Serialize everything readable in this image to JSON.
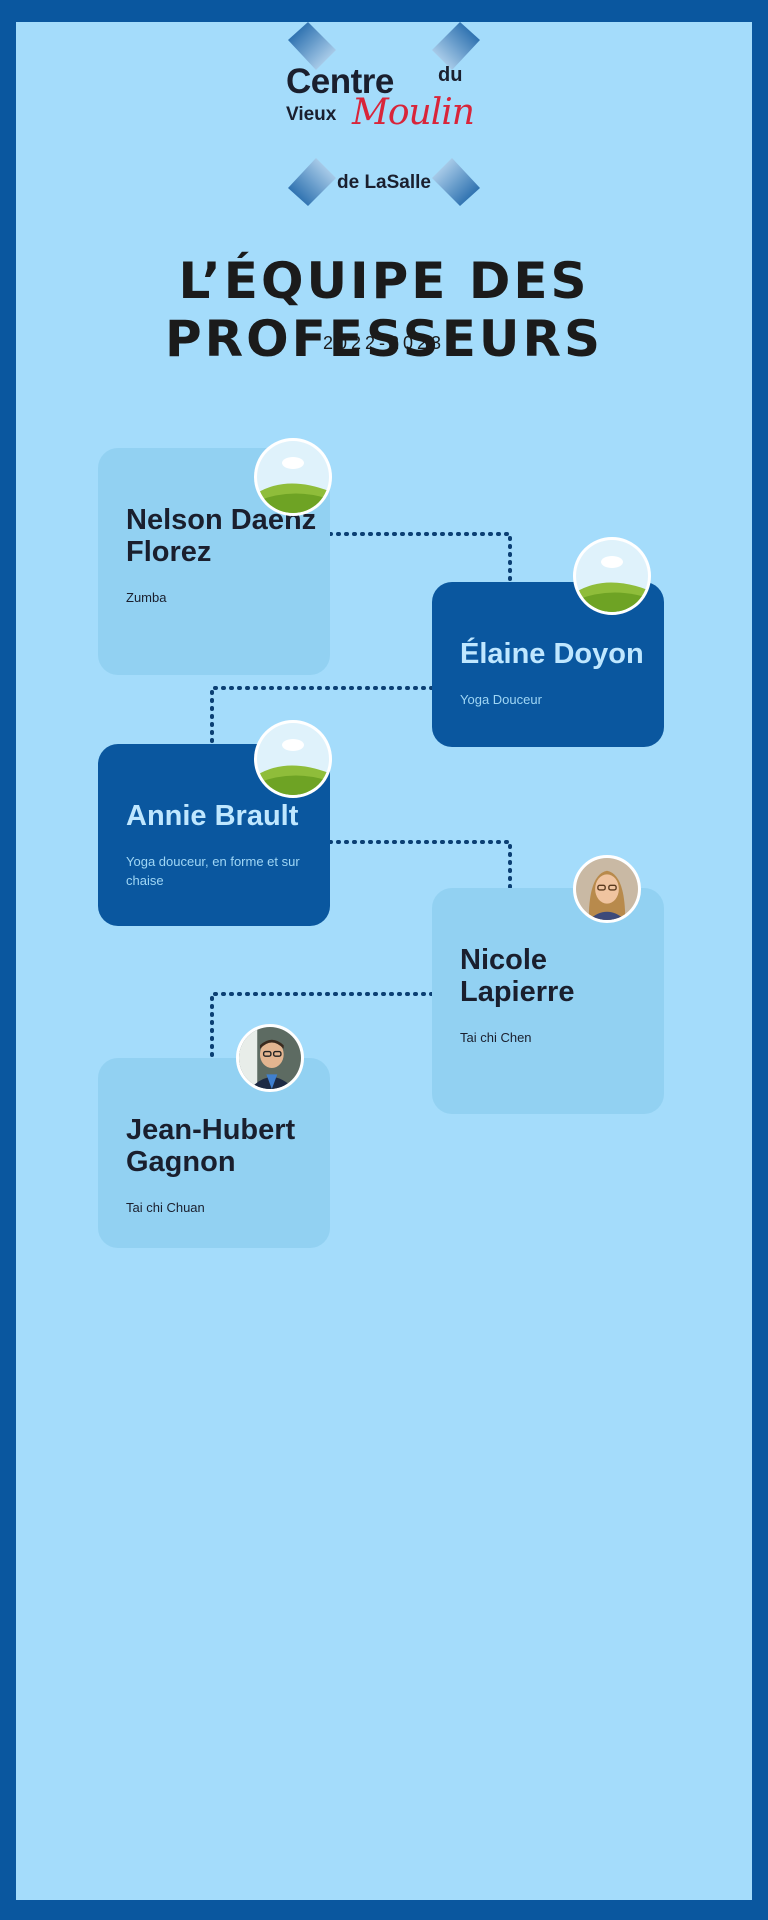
{
  "logo": {
    "centre": "Centre",
    "du": "du",
    "vieux": "Vieux",
    "moulin": "Moulin",
    "lasalle": "de LaSalle"
  },
  "title": "L’ÉQUIPE DES PROFESSEURS",
  "subtitle": "2022-2023",
  "teachers": [
    {
      "name": "Nelson Daenz Florez",
      "role": "Zumba",
      "avatar": "landscape-placeholder-icon"
    },
    {
      "name": "Élaine Doyon",
      "role": "Yoga Douceur",
      "avatar": "landscape-placeholder-icon"
    },
    {
      "name": "Annie Brault",
      "role": "Yoga douceur, en forme et sur chaise",
      "avatar": "landscape-placeholder-icon"
    },
    {
      "name": "Nicole Lapierre",
      "role": "Tai chi Chen",
      "avatar": "portrait-photo"
    },
    {
      "name": "Jean-Hubert Gagnon",
      "role": "Tai chi Chuan",
      "avatar": "portrait-photo"
    }
  ],
  "colors": {
    "border": "#0a579f",
    "background": "#a4dcfb",
    "card_light": "#92d1f2",
    "card_dark": "#0a579f",
    "accent_red": "#d8253a"
  }
}
